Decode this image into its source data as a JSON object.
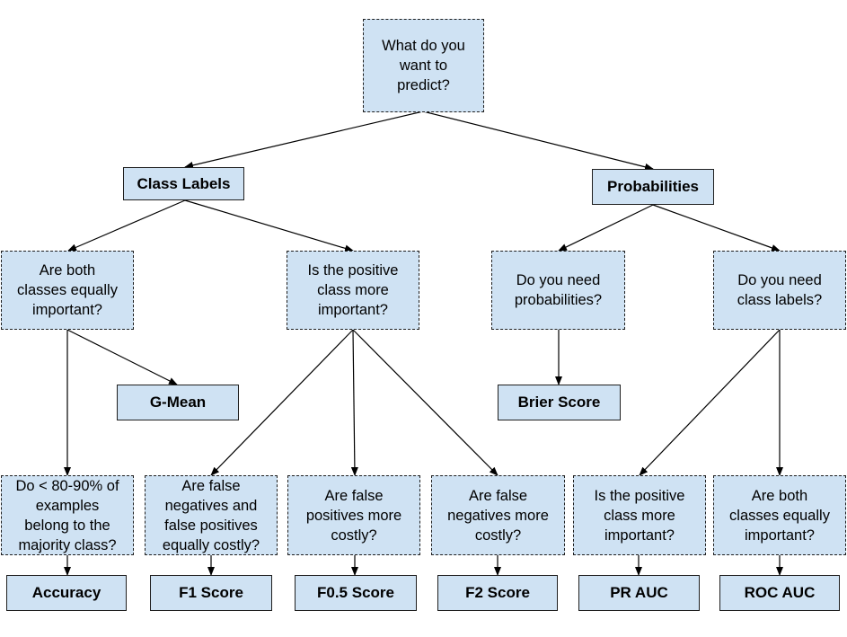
{
  "colors": {
    "box_fill": "#cfe2f3",
    "box_border": "#1f1f1f",
    "line": "#000000"
  },
  "nodes": {
    "root": "What do you\nwant to\npredict?",
    "class_labels": "Class Labels",
    "probabilities": "Probabilities",
    "q_both_equal": "Are both\nclasses equally\nimportant?",
    "q_positive_more": "Is the positive\nclass more\nimportant?",
    "q_need_probs": "Do you need\nprobabilities?",
    "q_need_labels": "Do you need\nclass labels?",
    "gmean": "G-Mean",
    "brier": "Brier Score",
    "q_majority": "Do < 80-90% of\nexamples\nbelong to the\nmajority class?",
    "q_fn_fp_equal": "Are false\nnegatives and\nfalse positives\nequally costly?",
    "q_fp_costly": "Are false\npositives more\ncostly?",
    "q_fn_costly": "Are false\nnegatives more\ncostly?",
    "q_pos_more_2": "Is the positive\nclass more\nimportant?",
    "q_both_equal_2": "Are both\nclasses equally\nimportant?",
    "accuracy": "Accuracy",
    "f1": "F1 Score",
    "f05": "F0.5 Score",
    "f2": "F2 Score",
    "pr_auc": "PR AUC",
    "roc_auc": "ROC AUC"
  }
}
